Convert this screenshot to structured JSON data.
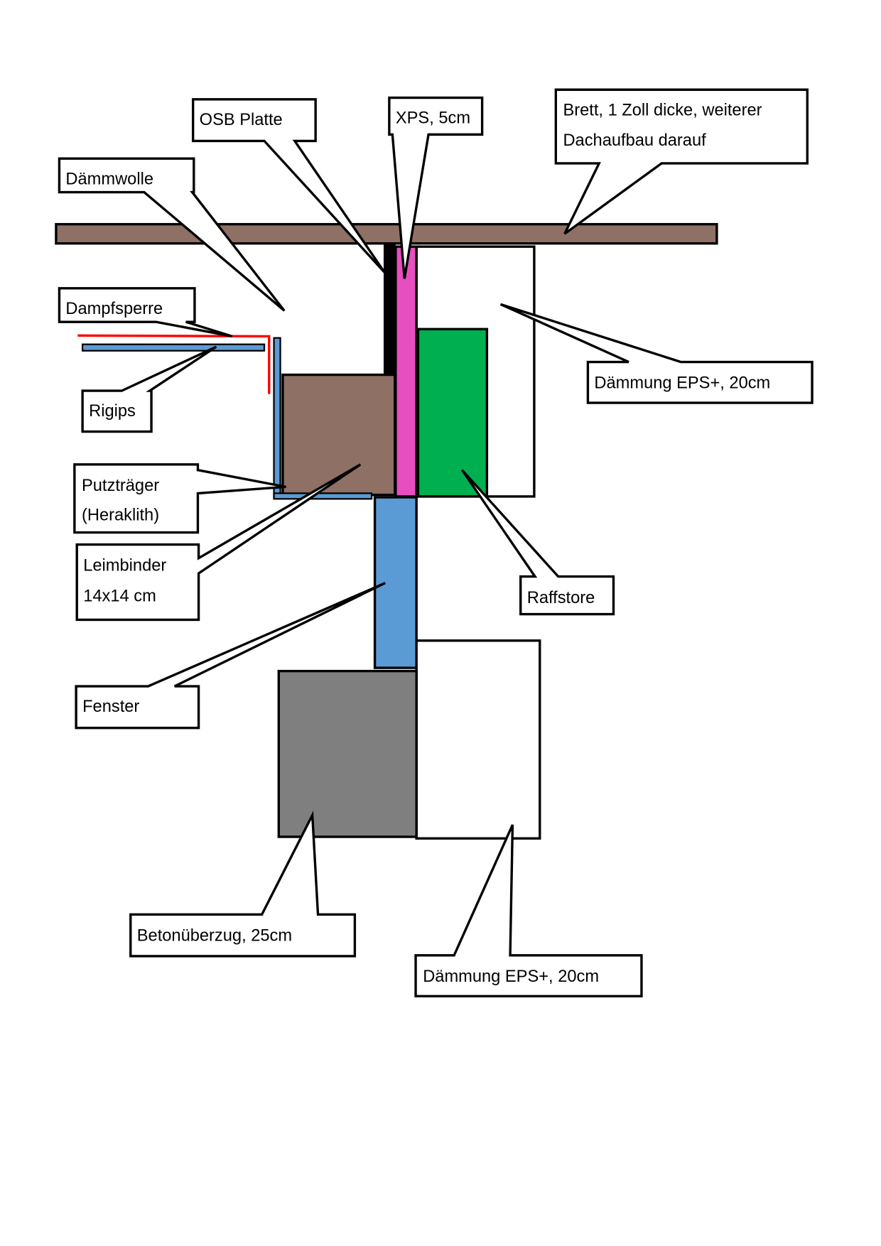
{
  "colors": {
    "brett": "#8f7064",
    "leimbinder": "#8f7064",
    "xps": "#e64fbf",
    "raffstore": "#00b050",
    "fenster": "#5b9bd5",
    "putztraeger": "#5b9bd5",
    "rigips": "#5b9bd5",
    "beton": "#7f7f7f",
    "osb": "#000000",
    "dampfsperre": "#ff0000",
    "daemmung": "#ffffff"
  },
  "labels": {
    "daemmwolle": "Dämmwolle",
    "osb": "OSB Platte",
    "xps": "XPS, 5cm",
    "brett_line1": "Brett, 1 Zoll dicke, weiterer",
    "brett_line2": "Dachaufbau darauf",
    "dampfsperre": "Dampfsperre",
    "rigips": "Rigips",
    "putztraeger_line1": "Putzträger",
    "putztraeger_line2": "(Heraklith)",
    "leimbinder_line1": "Leimbinder",
    "leimbinder_line2": "14x14 cm",
    "fenster": "Fenster",
    "daemmung_top": "Dämmung EPS+, 20cm",
    "raffstore": "Raffstore",
    "beton": "Betonüberzug, 25cm",
    "daemmung_bottom": "Dämmung EPS+, 20cm"
  }
}
